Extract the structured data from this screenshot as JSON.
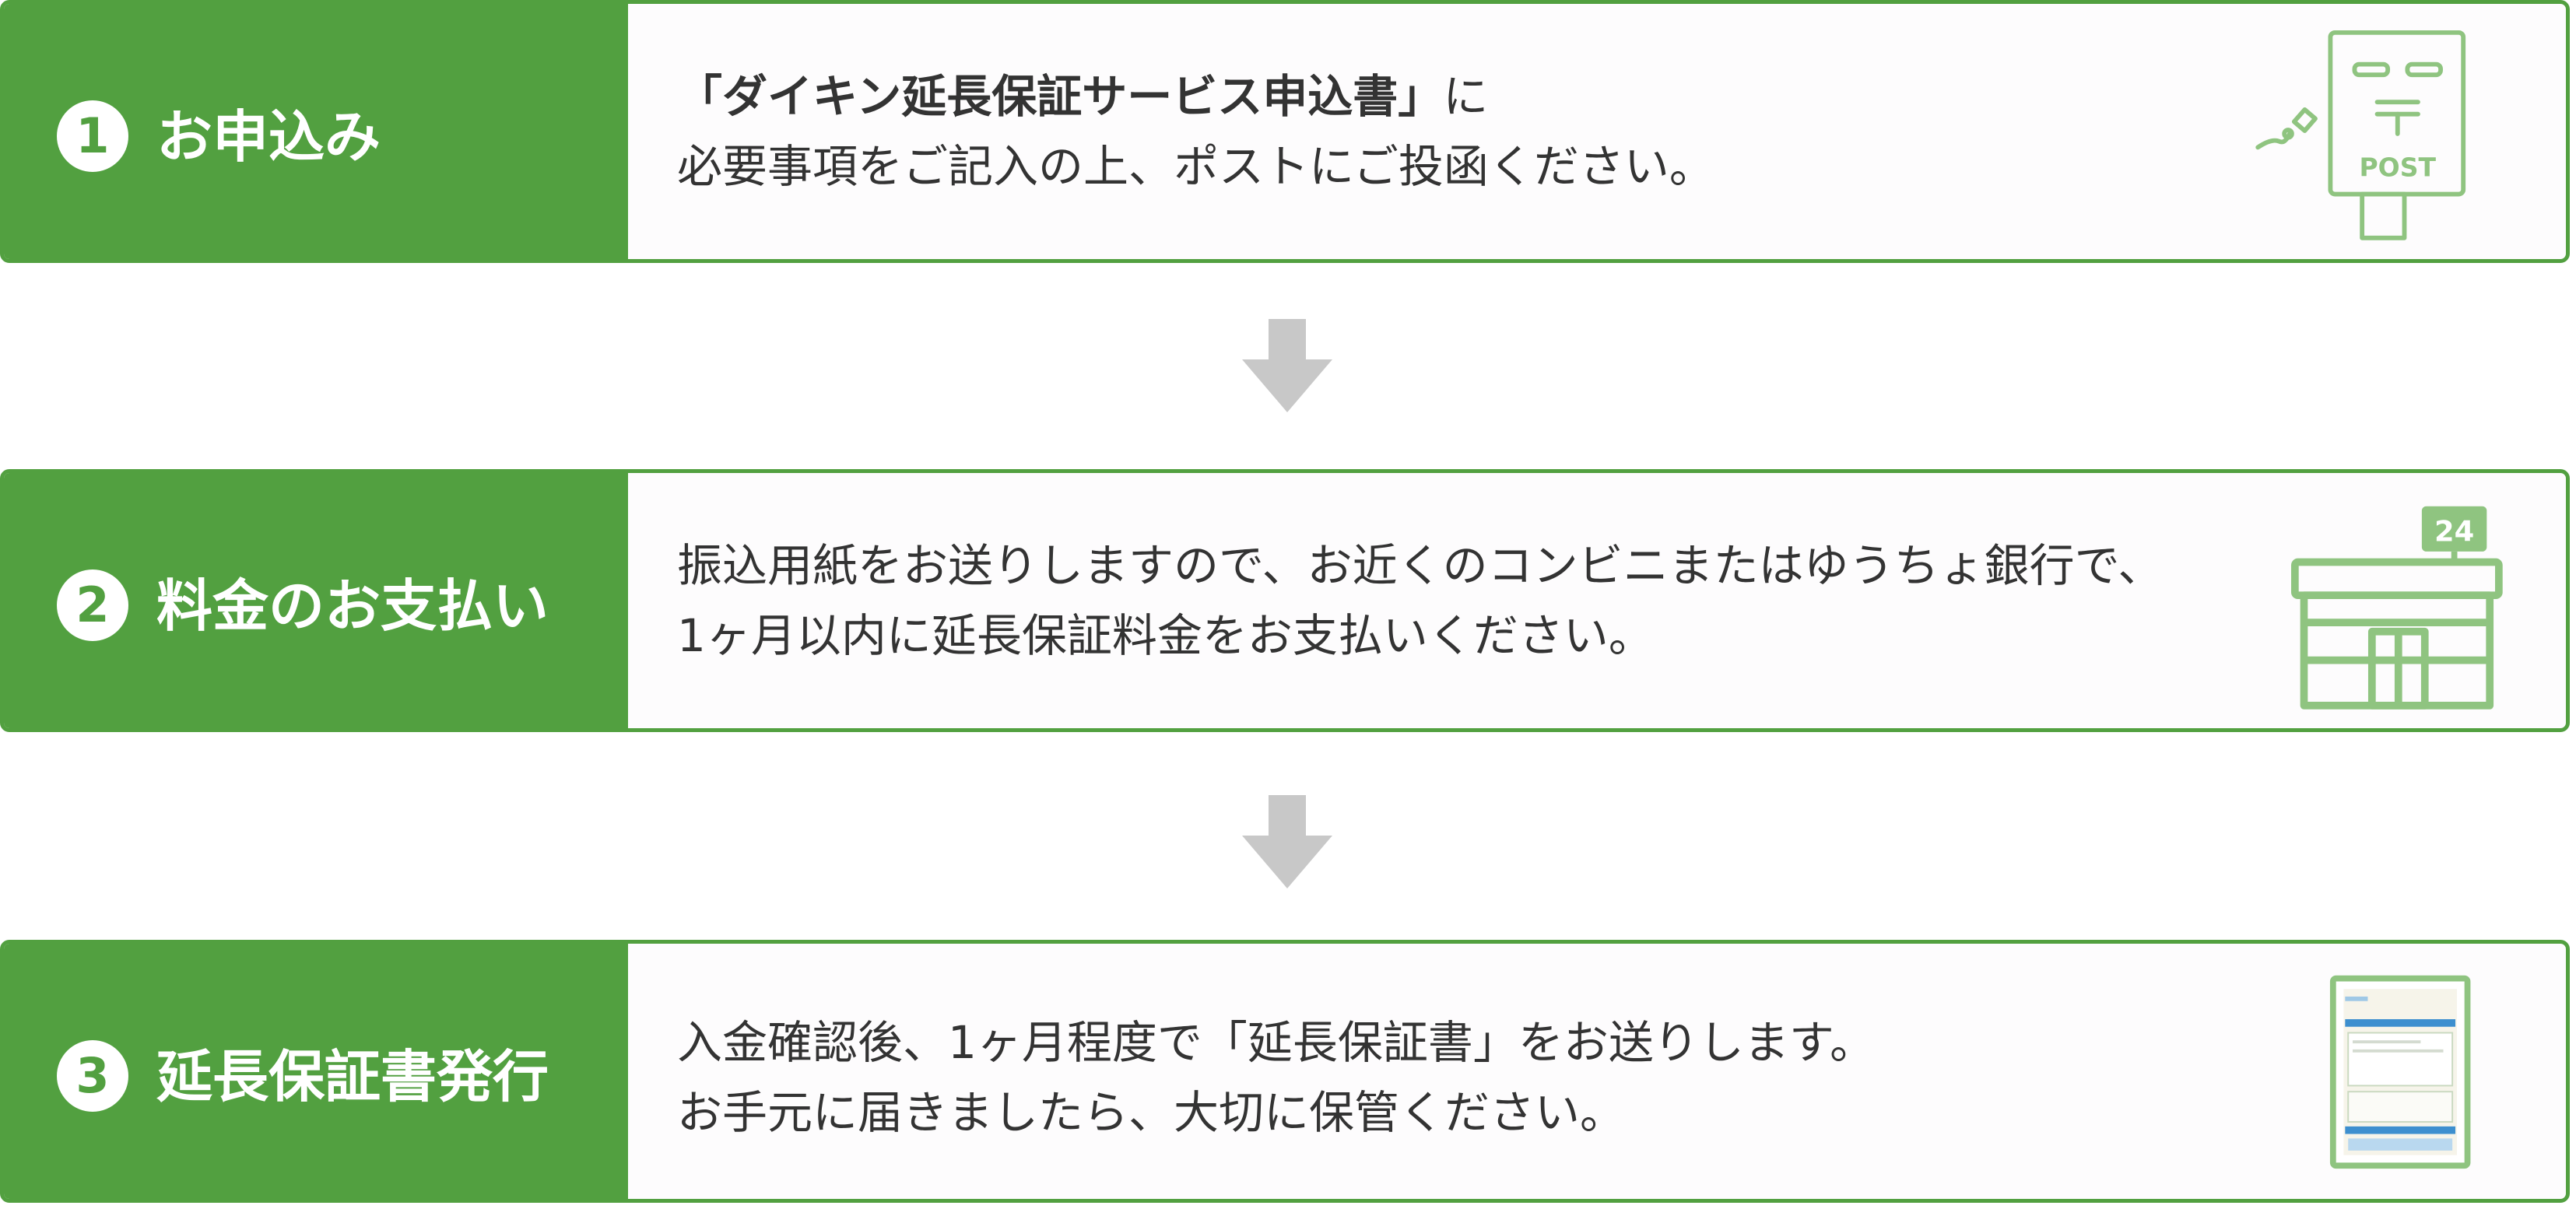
{
  "steps": [
    {
      "number": "1",
      "title": "お申込み",
      "body_bold": "「ダイキン延長保証サービス申込書」",
      "body_line1_rest": "に",
      "body_line2": "必要事項をご記入の上、ポストにご投函ください。",
      "icon": "mailbox-post-icon",
      "icon_text": "POST"
    },
    {
      "number": "2",
      "title": "料金のお支払い",
      "body_line1": "振込用紙をお送りしますので、お近くのコンビニまたはゆうちょ銀行で、",
      "body_line2": "1ヶ月以内に延長保証料金をお支払いください。",
      "icon": "convenience-store-icon",
      "icon_text": "24"
    },
    {
      "number": "3",
      "title": "延長保証書発行",
      "body_line1": "入金確認後、1ヶ月程度で「延長保証書」をお送りします。",
      "body_line2": "お手元に届きましたら、大切に保管ください。",
      "icon": "warranty-document-icon"
    }
  ],
  "colors": {
    "accent_green": "#52a040",
    "icon_green": "#8fc480",
    "arrow_gray": "#c8c8c8",
    "text": "#333333"
  }
}
